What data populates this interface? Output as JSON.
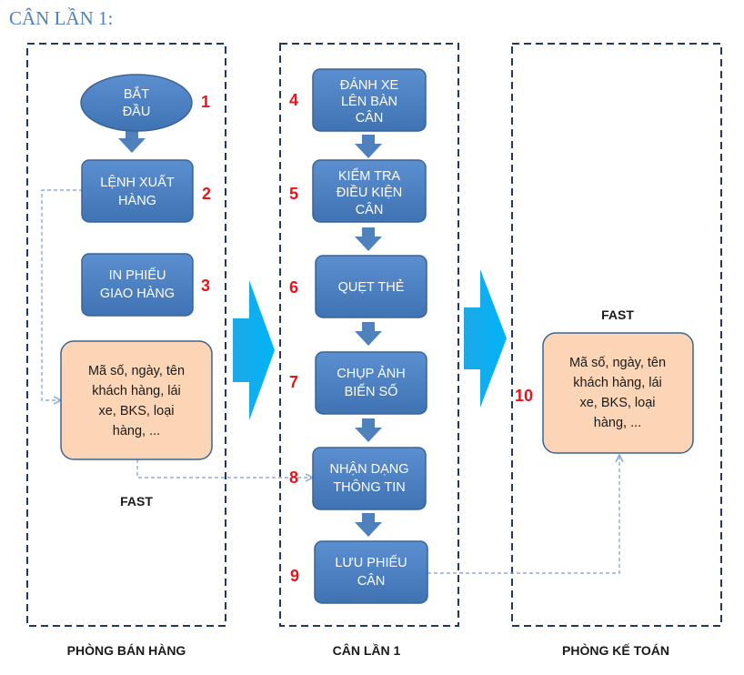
{
  "title": "CÂN LẦN 1:",
  "columns": [
    {
      "label": "PHÒNG BÁN HÀNG"
    },
    {
      "label": "CÂN LẦN 1"
    },
    {
      "label": "PHÒNG KẾ TOÁN"
    }
  ],
  "steps": [
    {
      "number": "1",
      "lines": [
        "BẮT",
        "ĐẦU"
      ]
    },
    {
      "number": "2",
      "lines": [
        "LỆNH XUẤT",
        "HÀNG"
      ]
    },
    {
      "number": "3",
      "lines": [
        "IN PHIẾU",
        "GIAO HÀNG"
      ]
    },
    {
      "number": "4",
      "lines": [
        "ĐÁNH XE",
        "LÊN BÀN",
        "CÂN"
      ]
    },
    {
      "number": "5",
      "lines": [
        "KIỂM TRA",
        "ĐIỀU KIỆN",
        "CÂN"
      ]
    },
    {
      "number": "6",
      "lines": [
        "QUẸT THẺ"
      ]
    },
    {
      "number": "7",
      "lines": [
        "CHỤP ẢNH",
        "BIỂN SỐ"
      ]
    },
    {
      "number": "8",
      "lines": [
        "NHẬN DẠNG",
        "THÔNG TIN"
      ]
    },
    {
      "number": "9",
      "lines": [
        "LƯU PHIẾU",
        "CÂN"
      ]
    },
    {
      "number": "10"
    }
  ],
  "notes": [
    {
      "label": "FAST",
      "lines": [
        "Mã số, ngày, tên",
        "khách hàng, lái",
        "xe, BKS, loại",
        "hàng, ..."
      ]
    },
    {
      "label": "FAST",
      "lines": [
        "Mã số, ngày, tên",
        "khách hàng, lái",
        "xe, BKS, loại",
        "hàng, ..."
      ]
    }
  ],
  "colors": {
    "title": "#4f81bd",
    "box_fill": "#4f81bd",
    "box_stroke": "#3a6496",
    "note_fill": "#fbd5b5",
    "note_stroke": "#3a6496",
    "column_border": "#1f3864",
    "big_arrow": "#00b0f0",
    "connector": "#8faadc",
    "number": "#e8141b"
  }
}
